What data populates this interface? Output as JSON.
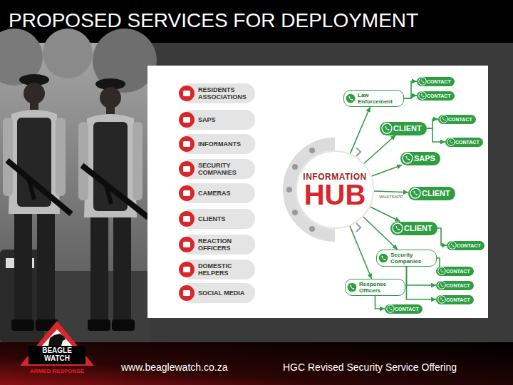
{
  "diagram": {
    "title": "PROPOSED SERVICES FOR DEPLOYMENT",
    "nodes": [
      {
        "text": [
          "RESIDENTS ASSOCIATIONS"
        ]
      },
      {
        "text": [
          "SAPS"
        ]
      },
      {
        "text": [
          "INFORMANTS"
        ]
      },
      {
        "text": [
          "SECURITY COMPANIES"
        ]
      },
      {
        "text": [
          "CAMERAS"
        ]
      },
      {
        "text": [
          "CLIENTS"
        ]
      },
      {
        "text": [
          "REACTION OFFICERS"
        ]
      },
      {
        "text": [
          "DOMESTIC HELPERS"
        ]
      },
      {
        "text": [
          "SOCIAL MEDIA"
        ]
      },
      {
        "text": [
          "INFORMATION",
          "HUB"
        ]
      },
      {
        "text": [
          "Law Enforcement"
        ]
      },
      {
        "text": [
          "CONTACT"
        ]
      },
      {
        "text": [
          "CONTACT"
        ]
      },
      {
        "text": [
          "CLIENT"
        ]
      },
      {
        "text": [
          "CONTACT"
        ]
      },
      {
        "text": [
          "CONTACT"
        ]
      },
      {
        "text": [
          "SAPS"
        ]
      },
      {
        "text": [
          "CLIENT"
        ]
      },
      {
        "text": [
          "CLIENT"
        ]
      },
      {
        "text": [
          "CONTACT"
        ]
      },
      {
        "text": [
          "Security Companies"
        ]
      },
      {
        "text": [
          "CONTACT"
        ]
      },
      {
        "text": [
          "CONTACT"
        ]
      },
      {
        "text": [
          "Response Officers"
        ]
      },
      {
        "text": [
          "CONTACT"
        ]
      },
      {
        "text": [
          "CONTACT"
        ]
      }
    ],
    "edges": [
      {
        "from": 9,
        "to": 10,
        "arrow": "to"
      },
      {
        "from": 9,
        "to": 13,
        "arrow": "to"
      },
      {
        "from": 9,
        "to": 16,
        "arrow": "to"
      },
      {
        "from": 9,
        "to": 17,
        "label": "WHATSAPP",
        "arrow": "to"
      },
      {
        "from": 9,
        "to": 18,
        "arrow": "to"
      },
      {
        "from": 9,
        "to": 20,
        "arrow": "to"
      },
      {
        "from": 9,
        "to": 23,
        "arrow": "to"
      },
      {
        "from": 10,
        "to": 11,
        "arrow": "to"
      },
      {
        "from": 10,
        "to": 12,
        "arrow": "to"
      },
      {
        "from": 13,
        "to": 14,
        "arrow": "to"
      },
      {
        "from": 13,
        "to": 15,
        "arrow": "to"
      },
      {
        "from": 18,
        "to": 19,
        "arrow": "to"
      },
      {
        "from": 20,
        "to": 21,
        "arrow": "to"
      },
      {
        "from": 20,
        "to": 22,
        "arrow": "to"
      },
      {
        "from": 20,
        "to": 25,
        "arrow": "to"
      },
      {
        "from": 23,
        "to": 24,
        "arrow": "to"
      }
    ],
    "labels": [
      "BEAGLE WATCH",
      "ARMED RESPONSE",
      "www.beaglewatch.co.za",
      "HGC Revised Security Service Offering"
    ]
  }
}
